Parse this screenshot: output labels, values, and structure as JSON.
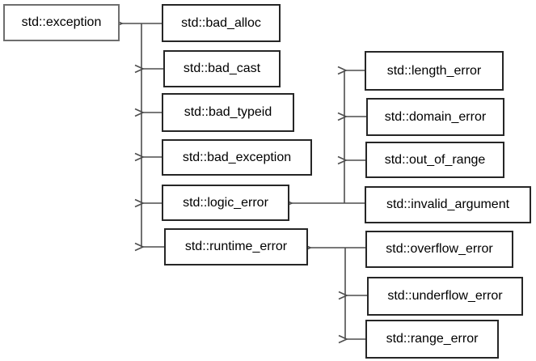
{
  "diagram": {
    "type": "class-hierarchy",
    "background": "#ffffff",
    "line_color": "#4d4d4d",
    "box_border_color": "#262626",
    "root_box_border_color": "#6e6e6e",
    "text_color": "#000000"
  },
  "nodes": [
    {
      "id": "exception",
      "label": "std::exception"
    },
    {
      "id": "bad_alloc",
      "label": "std::bad_alloc"
    },
    {
      "id": "bad_cast",
      "label": "std::bad_cast"
    },
    {
      "id": "bad_typeid",
      "label": "std::bad_typeid"
    },
    {
      "id": "bad_exception",
      "label": "std::bad_exception"
    },
    {
      "id": "logic_error",
      "label": "std::logic_error"
    },
    {
      "id": "runtime_error",
      "label": "std::runtime_error"
    },
    {
      "id": "length_error",
      "label": "std::length_error"
    },
    {
      "id": "domain_error",
      "label": "std::domain_error"
    },
    {
      "id": "out_of_range",
      "label": "std::out_of_range"
    },
    {
      "id": "invalid_argument",
      "label": "std::invalid_argument"
    },
    {
      "id": "overflow_error",
      "label": "std::overflow_error"
    },
    {
      "id": "underflow_error",
      "label": "std::underflow_error"
    },
    {
      "id": "range_error",
      "label": "std::range_error"
    }
  ],
  "edges": [
    {
      "from": "std::bad_alloc",
      "to": "std::exception"
    },
    {
      "from": "std::bad_cast",
      "to": "std::exception"
    },
    {
      "from": "std::bad_typeid",
      "to": "std::exception"
    },
    {
      "from": "std::bad_exception",
      "to": "std::exception"
    },
    {
      "from": "std::logic_error",
      "to": "std::exception"
    },
    {
      "from": "std::runtime_error",
      "to": "std::exception"
    },
    {
      "from": "std::length_error",
      "to": "std::logic_error"
    },
    {
      "from": "std::domain_error",
      "to": "std::logic_error"
    },
    {
      "from": "std::out_of_range",
      "to": "std::logic_error"
    },
    {
      "from": "std::invalid_argument",
      "to": "std::logic_error"
    },
    {
      "from": "std::overflow_error",
      "to": "std::runtime_error"
    },
    {
      "from": "std::underflow_error",
      "to": "std::runtime_error"
    },
    {
      "from": "std::range_error",
      "to": "std::runtime_error"
    }
  ]
}
